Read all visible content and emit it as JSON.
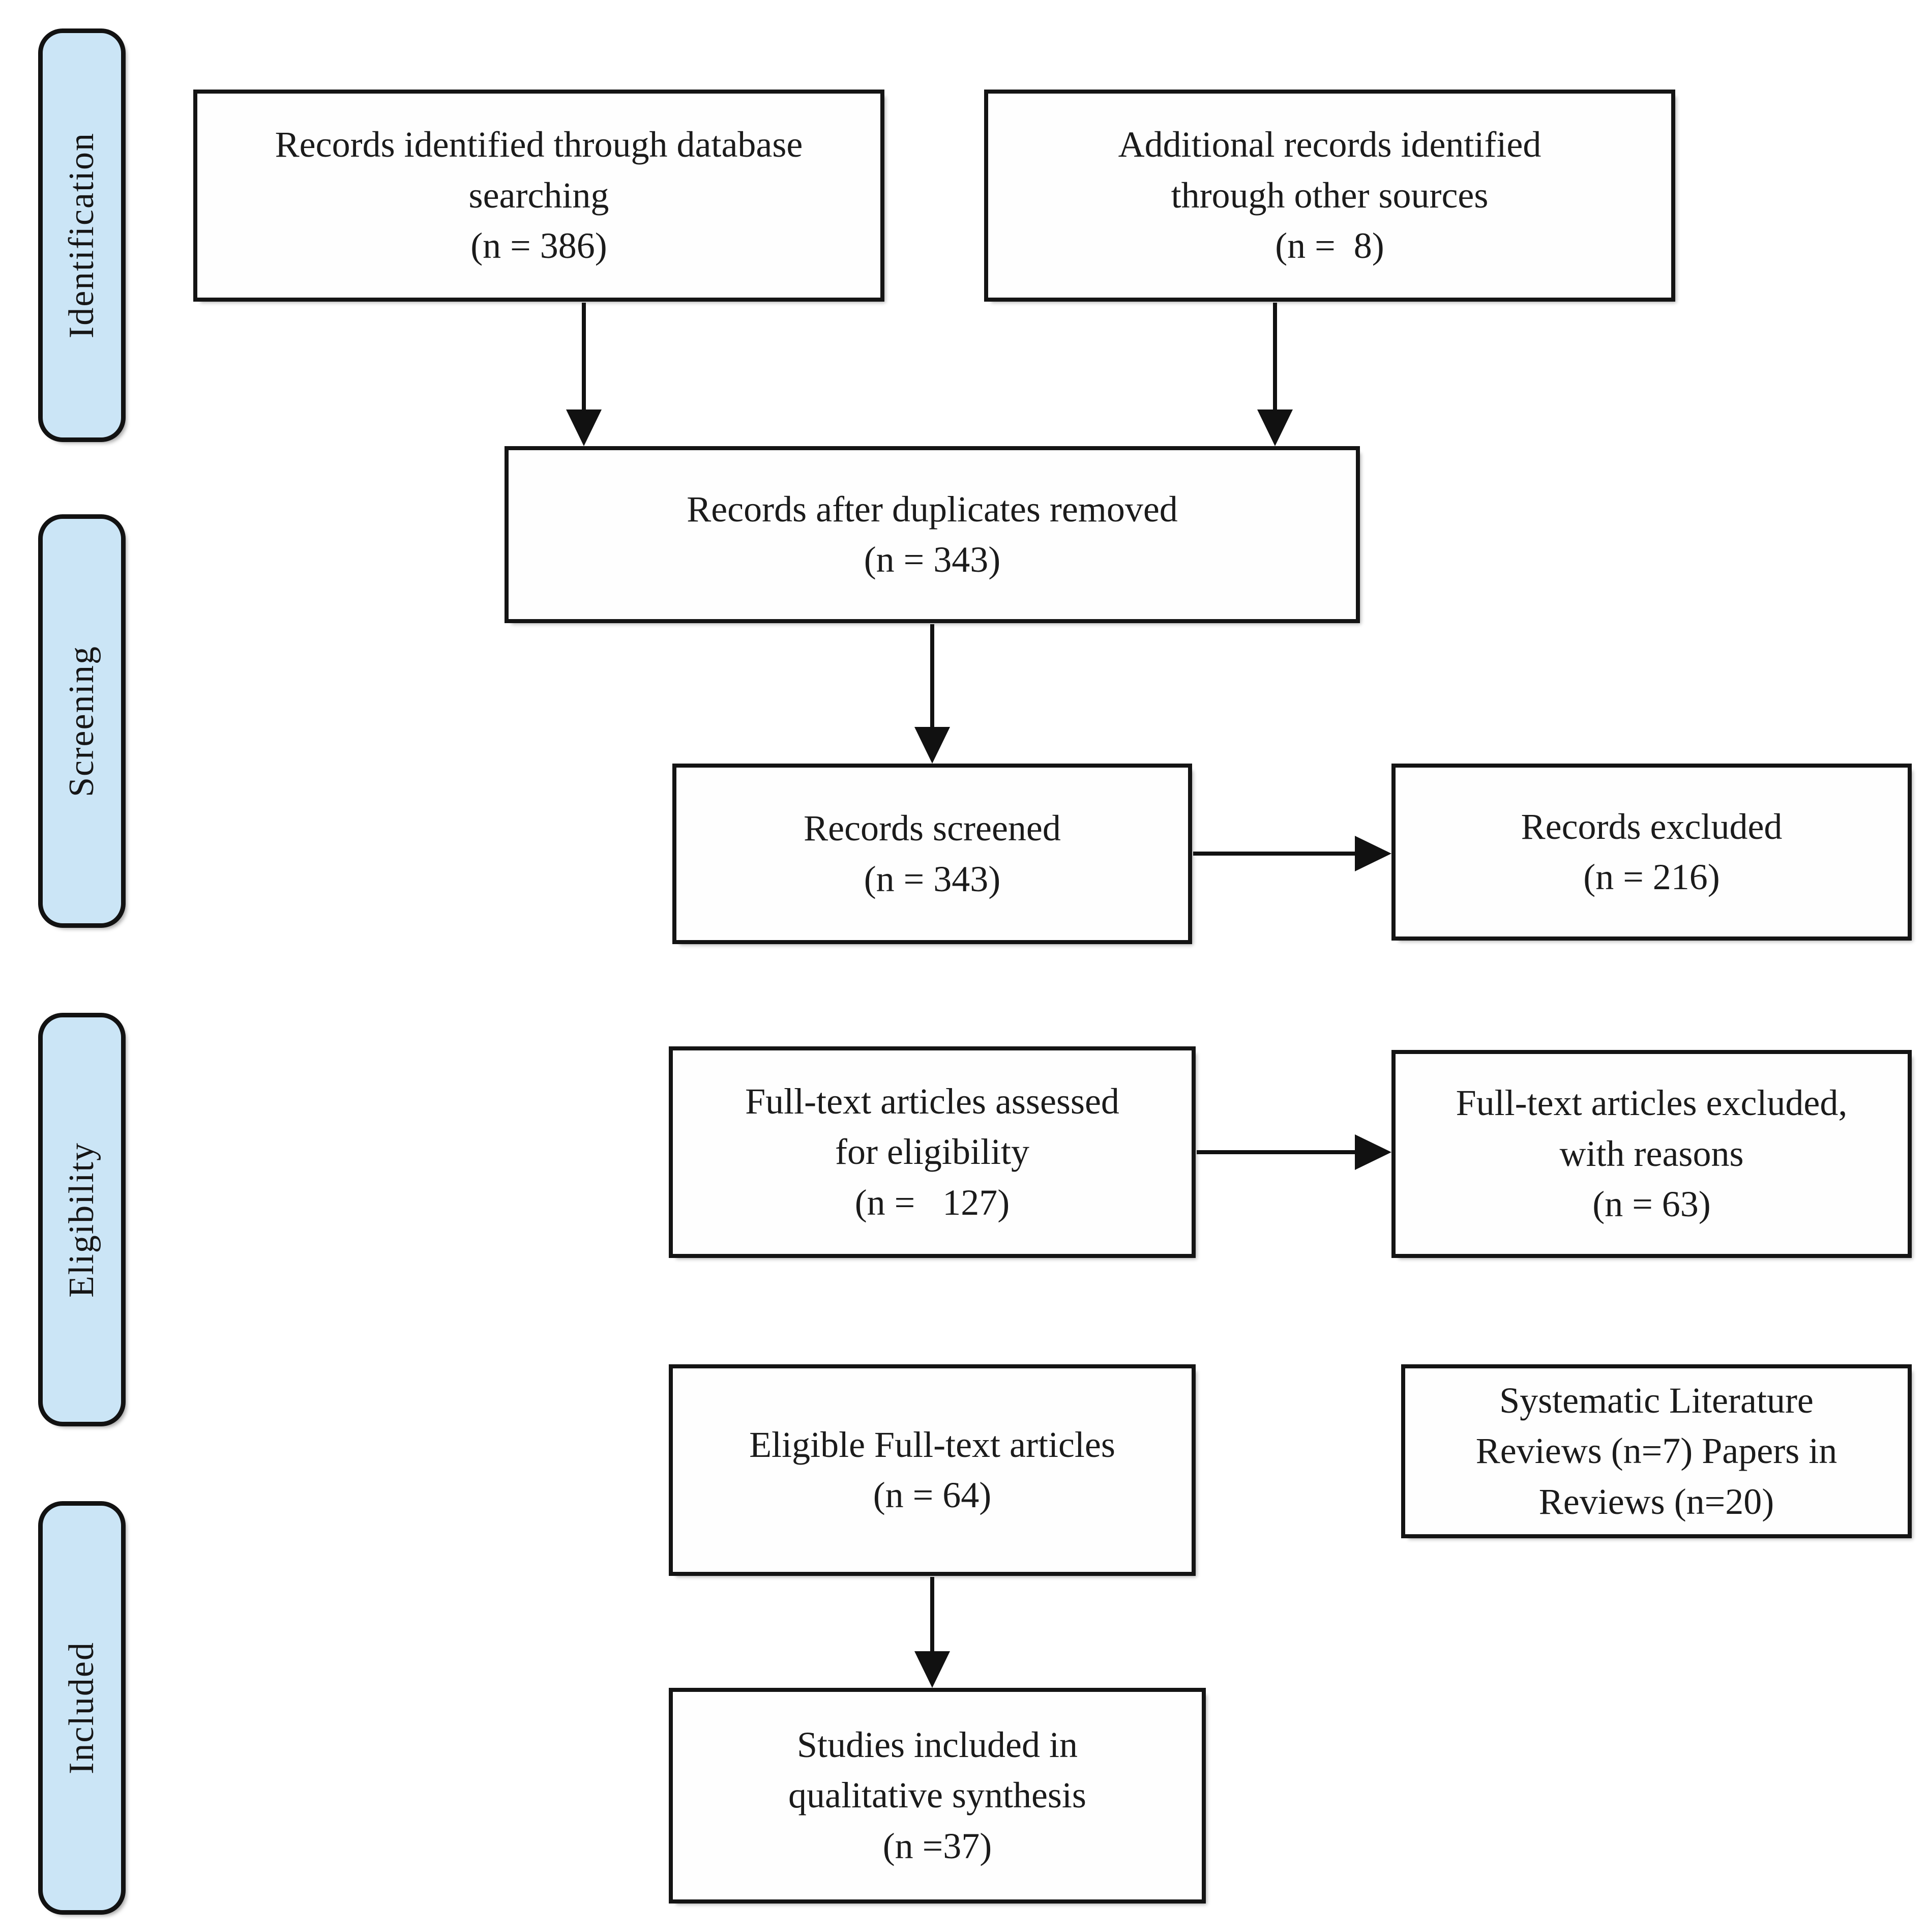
{
  "figure": {
    "type": "prisma-flow-diagram",
    "background_color": "#ffffff",
    "stage_fill_color": "#cbe5f6",
    "stage_border_color": "#121212",
    "box_border_color": "#141414",
    "arrow_color": "#111111"
  },
  "stages": [
    {
      "label": "Identification"
    },
    {
      "label": "Screening"
    },
    {
      "label": "Eligibility"
    },
    {
      "label": "Included"
    }
  ],
  "boxes": {
    "records_identified": "Records identified through database\nsearching\n(n = 386)",
    "additional_records": "Additional records identified\nthrough other sources\n(n =  8)",
    "after_duplicates": "Records after duplicates removed\n(n = 343)",
    "records_screened": "Records screened\n(n = 343)",
    "records_excluded": "Records excluded\n(n = 216)",
    "fulltext_assessed": "Full-text articles assessed\nfor eligibility\n(n =   127)",
    "fulltext_excluded": "Full-text articles excluded,\nwith reasons\n(n = 63)",
    "eligible_fulltext": "Eligible Full-text articles\n(n = 64)",
    "systematic_reviews": "Systematic Literature\nReviews (n=7) Papers in\nReviews (n=20)",
    "studies_included": "Studies included in\nqualitative synthesis\n(n =37)"
  }
}
